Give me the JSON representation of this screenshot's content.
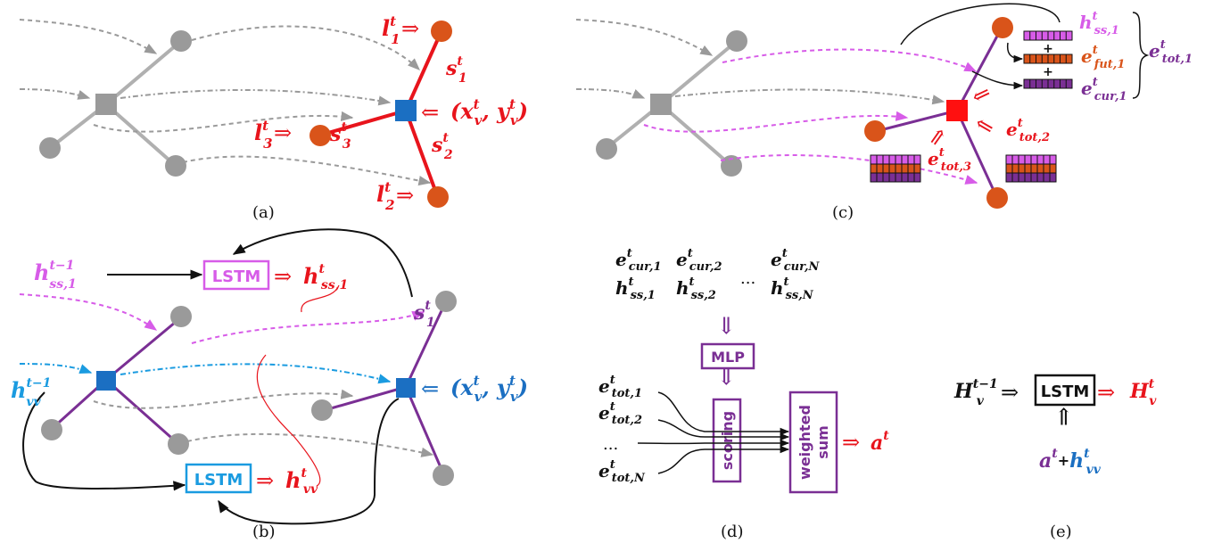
{
  "colors": {
    "gray": "#9a9a9a",
    "red": "#e8141c",
    "blue": "#1b6fc2",
    "cyan": "#1a9be0",
    "magenta": "#d75ce8",
    "purple": "#7a2f94",
    "orange": "#d9541a",
    "black": "#111111"
  },
  "captions": {
    "a": "(a)",
    "b": "(b)",
    "c": "(c)",
    "d": "(d)",
    "e": "(e)"
  },
  "panel_a": {
    "l1": "l",
    "l1_sup": "t",
    "l1_sub": "1",
    "l2": "l",
    "l2_sup": "t",
    "l2_sub": "2",
    "l3": "l",
    "l3_sup": "t",
    "l3_sub": "3",
    "s1": "s",
    "s1_sup": "t",
    "s1_sub": "1",
    "s2": "s",
    "s2_sup": "t",
    "s2_sub": "2",
    "s3": "s",
    "s3_sup": "t",
    "s3_sub": "3",
    "pos": "(x",
    "pos_sub_v": "v",
    "pos_sup_t": "t",
    "pos_mid": ", y",
    "pos_end": ")"
  },
  "panel_b": {
    "lstm_top": "LSTM",
    "lstm_bottom": "LSTM",
    "h_ss_prev": "h",
    "h_ss_prev_sup": "t−1",
    "h_ss_prev_sub": "ss,1",
    "h_ss_out": "h",
    "h_ss_out_sup": "t",
    "h_ss_out_sub": "ss,1",
    "h_vv_prev": "h",
    "h_vv_prev_sup": "t−1",
    "h_vv_prev_sub": "vv",
    "h_vv_out": "h",
    "h_vv_out_sup": "t",
    "h_vv_out_sub": "vv",
    "s1": "s",
    "s1_sup": "t",
    "s1_sub": "1"
  },
  "panel_c": {
    "h_ss": "h",
    "h_ss_sup": "t",
    "h_ss_sub": "ss,1",
    "e_fut": "e",
    "e_fut_sup": "t",
    "e_fut_sub": "fut,1",
    "e_cur": "e",
    "e_cur_sup": "t",
    "e_cur_sub": "cur,1",
    "e_tot1": "e",
    "e_tot1_sup": "t",
    "e_tot1_sub": "tot,1",
    "e_tot2": "e",
    "e_tot2_sup": "t",
    "e_tot2_sub": "tot,2",
    "e_tot3": "e",
    "e_tot3_sup": "t",
    "e_tot3_sub": "tot,3",
    "plus": "+"
  },
  "panel_d": {
    "ecur1": "e",
    "ecur1_sub": "cur,1",
    "ecur2": "e",
    "ecur2_sub": "cur,2",
    "ecurN": "e",
    "ecurN_sub": "cur,N",
    "hss1": "h",
    "hss1_sub": "ss,1",
    "hss2": "h",
    "hss2_sub": "ss,2",
    "hssN": "h",
    "hssN_sub": "ss,N",
    "sup": "t",
    "dots": "...",
    "mlp": "MLP",
    "scoring": "scoring",
    "weighted": "weighted",
    "sum": "sum",
    "etot1": "e",
    "etot1_sub": "tot,1",
    "etot2": "e",
    "etot2_sub": "tot,2",
    "etotN": "e",
    "etotN_sub": "tot,N",
    "out": "a",
    "out_sup": "t"
  },
  "panel_e": {
    "hin": "H",
    "hin_sub": "v",
    "hin_sup": "t−1",
    "lstm": "LSTM",
    "hout": "H",
    "hout_sub": "v",
    "hout_sup": "t",
    "a": "a",
    "a_sup": "t",
    "plus": "+",
    "hvv": "h",
    "hvv_sup": "t",
    "hvv_sub": "vv"
  }
}
